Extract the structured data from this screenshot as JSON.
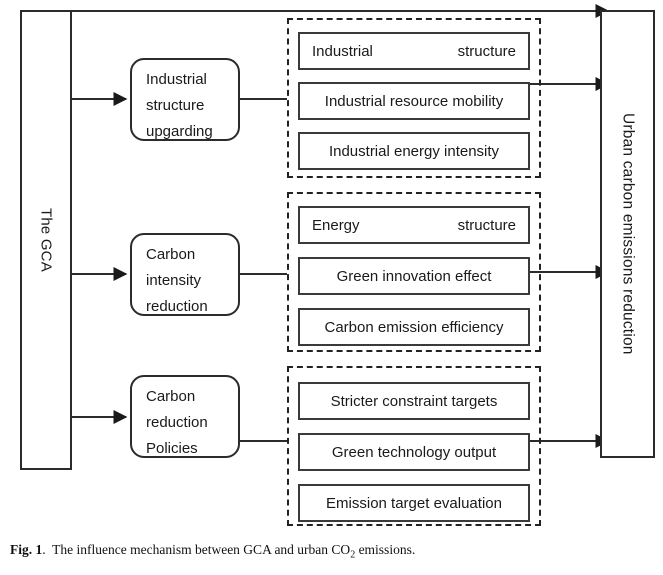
{
  "figure": {
    "source_label": "The GCA",
    "outcome_label": "Urban carbon emissions reduction",
    "caption_label": "Fig. 1",
    "caption_sep": ".",
    "caption_text_before": "The influence mechanism between GCA and urban CO",
    "caption_subscript": "2",
    "caption_text_after": " emissions."
  },
  "channels": [
    {
      "id": "industrial",
      "lines": [
        "Industrial",
        "structure",
        "upgarding"
      ],
      "indicators": [
        {
          "align": "justified",
          "left": "Industrial",
          "right": "structure"
        },
        {
          "align": "centered",
          "text": "Industrial resource mobility"
        },
        {
          "align": "centered",
          "text": "Industrial energy intensity"
        }
      ]
    },
    {
      "id": "intensity",
      "lines": [
        "Carbon",
        "intensity",
        "reduction"
      ],
      "indicators": [
        {
          "align": "justified",
          "left": "Energy",
          "right": "structure"
        },
        {
          "align": "centered",
          "text": "Green innovation effect"
        },
        {
          "align": "centered",
          "text": "Carbon emission efficiency"
        }
      ]
    },
    {
      "id": "policies",
      "lines": [
        "Carbon",
        "reduction",
        "Policies"
      ],
      "indicators": [
        {
          "align": "centered",
          "text": "Stricter constraint targets"
        },
        {
          "align": "centered",
          "text": "Green technology output"
        },
        {
          "align": "centered",
          "text": "Emission target evaluation"
        }
      ]
    }
  ],
  "colors": {
    "stroke": "#2b2b2b",
    "background": "#ffffff",
    "text": "#1a1a1a"
  }
}
